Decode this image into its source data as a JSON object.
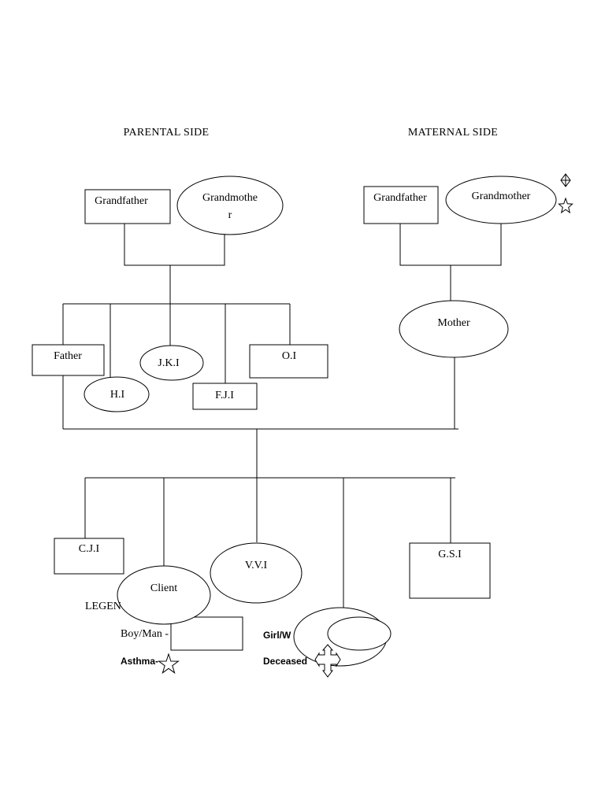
{
  "headers": {
    "paternal": "PARENTAL SIDE",
    "maternal": "MATERNAL SIDE"
  },
  "paternal": {
    "grandfather": "Grandfather",
    "grandmother_line1": "Grandmothe",
    "grandmother_line2": "r",
    "children": {
      "father": "Father",
      "hi": "H.I",
      "jki": "J.K.I",
      "fji": "F.J.I",
      "oi": "O.I"
    }
  },
  "maternal": {
    "grandfather": "Grandfather",
    "grandmother": "Grandmother",
    "mother": "Mother"
  },
  "children": {
    "cji": "C.J.I",
    "client": "Client",
    "vvi": "V.V.I",
    "gsi": "G.S.I"
  },
  "legend": {
    "title": "LEGEN",
    "boy": "Boy/Man -",
    "girl": "Girl/W",
    "asthma": "Asthma-",
    "deceased": "Deceased"
  }
}
